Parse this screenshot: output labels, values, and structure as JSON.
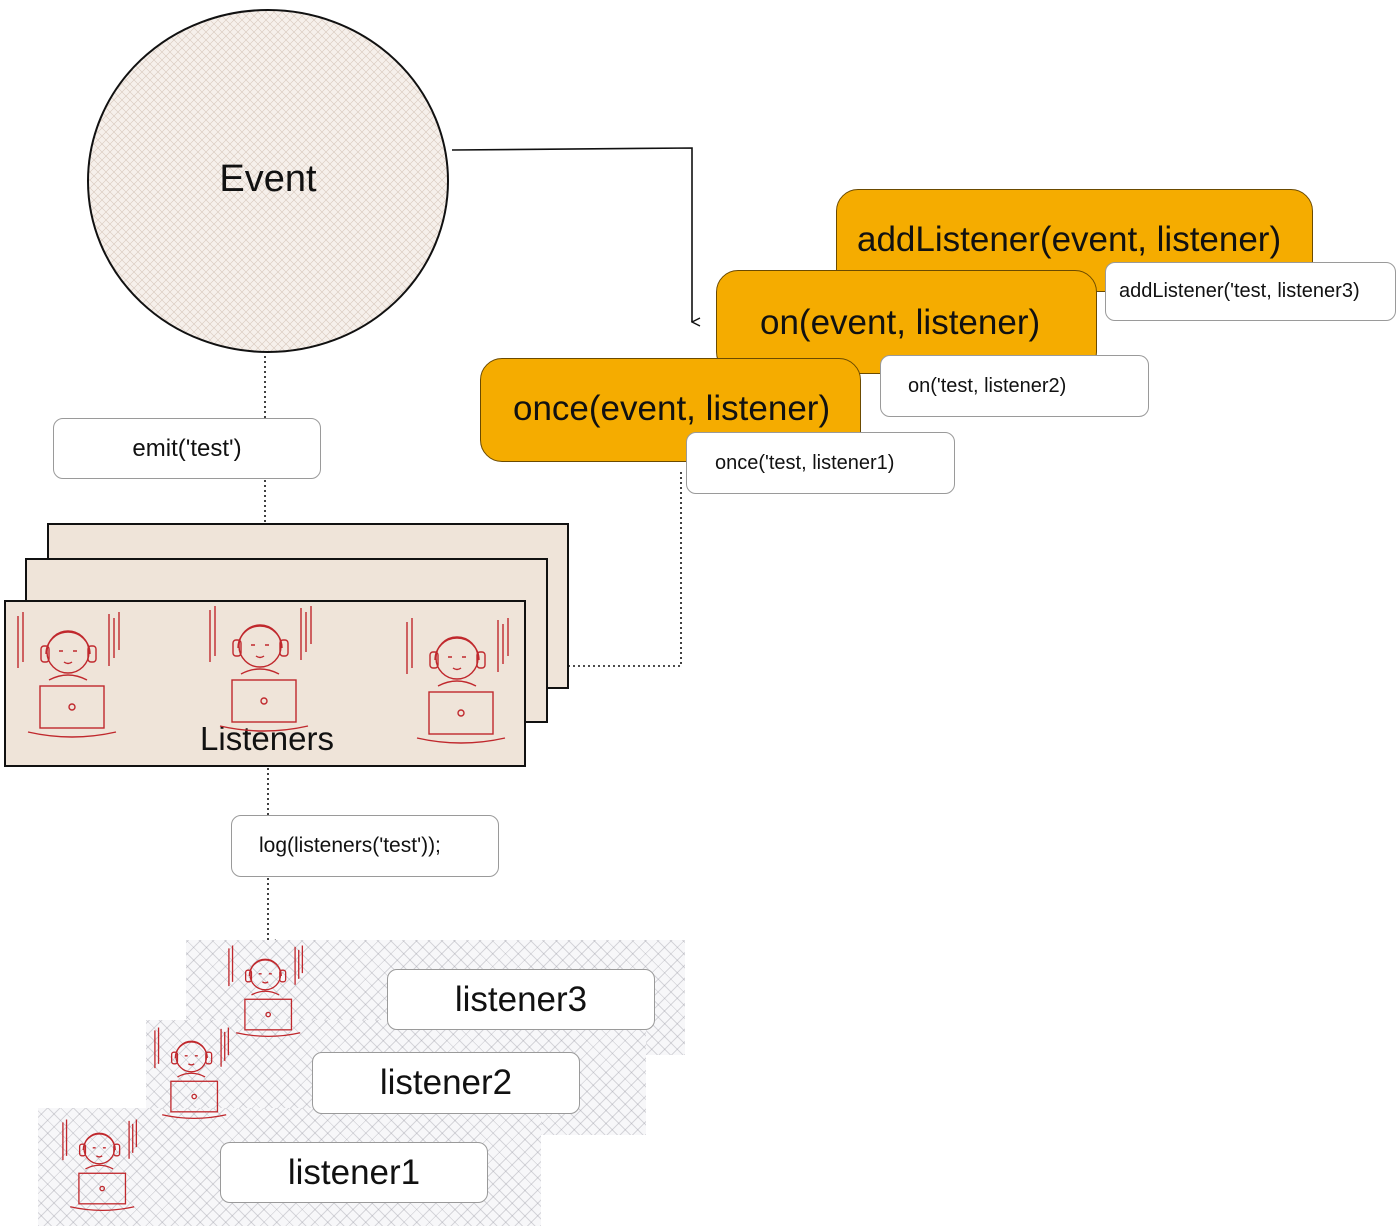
{
  "event": {
    "label": "Event"
  },
  "emit": {
    "label": "emit('test')"
  },
  "methods": {
    "add_listener": {
      "label": "addListener(event, listener)",
      "call": "addListener('test, listener3)"
    },
    "on": {
      "label": "on(event, listener)",
      "call": "on('test, listener2)"
    },
    "once": {
      "label": "once(event, listener)",
      "call": "once('test, listener1)"
    }
  },
  "listeners_panel": {
    "label": "Listeners"
  },
  "log": {
    "label": "log(listeners('test'));"
  },
  "result_listeners": [
    {
      "label": "listener3"
    },
    {
      "label": "listener2"
    },
    {
      "label": "listener1"
    }
  ],
  "colors": {
    "method_fill": "#f5ac00",
    "panel_fill": "#efe4d9",
    "sketch_red": "#c0282d"
  }
}
